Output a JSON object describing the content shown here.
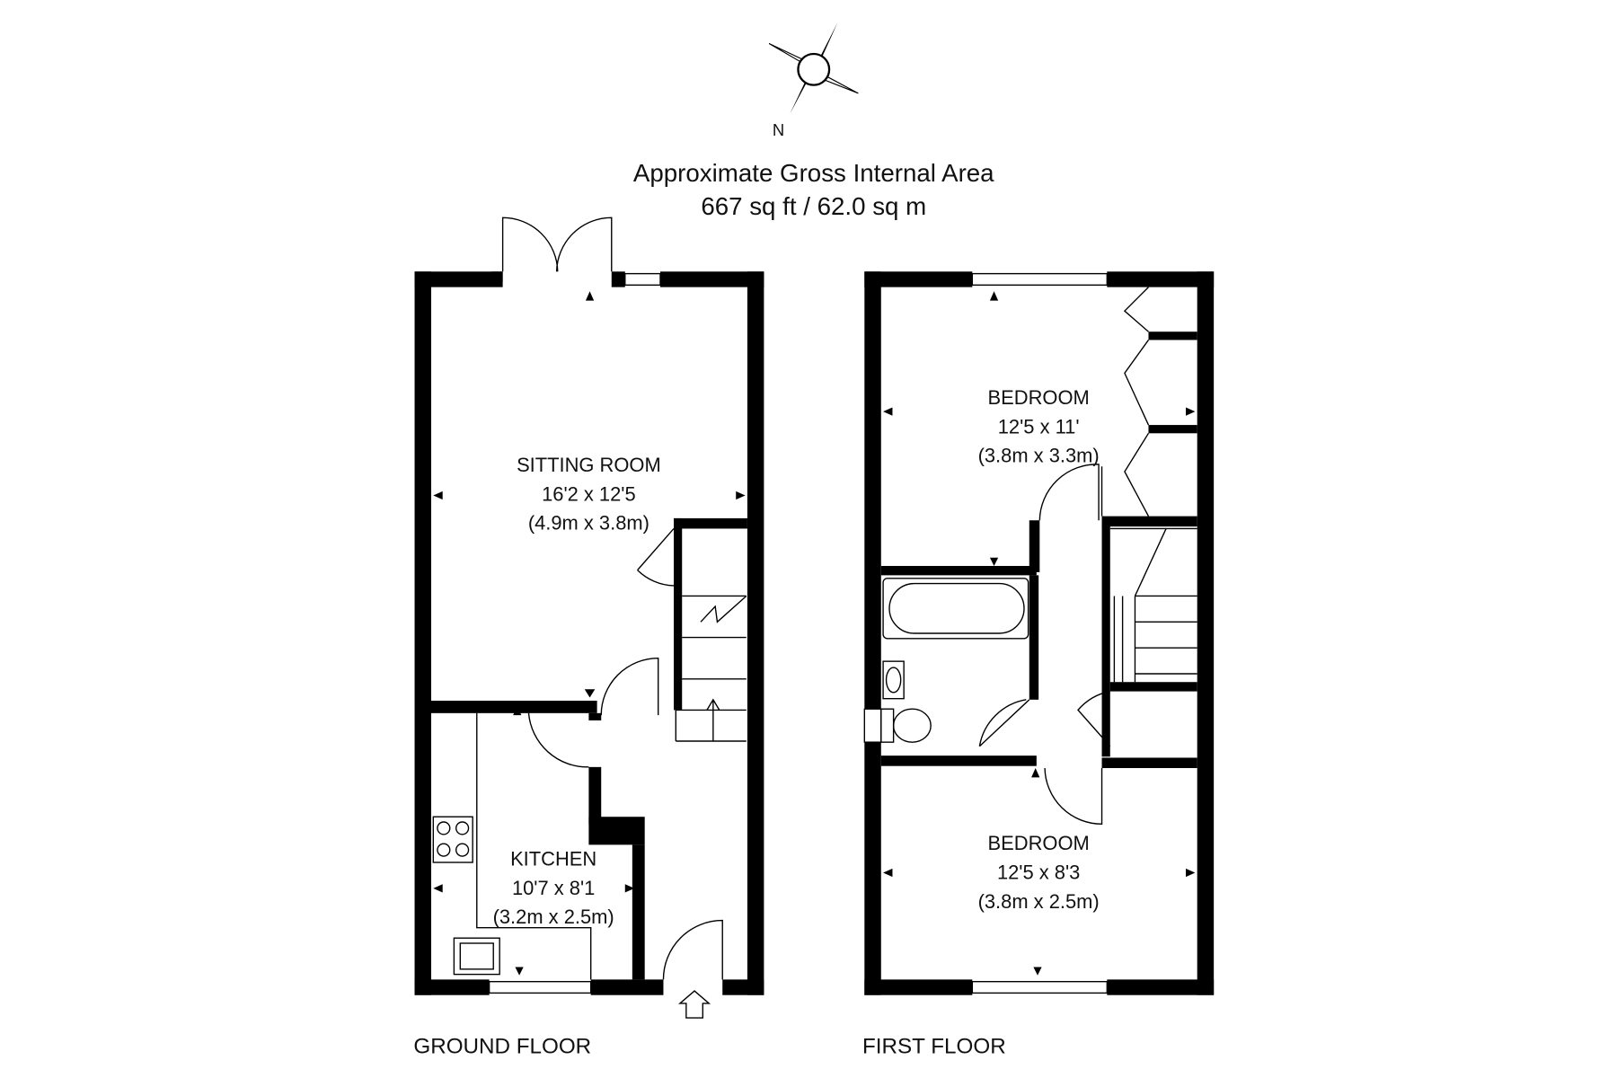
{
  "compass": {
    "label": "N"
  },
  "area": {
    "title": "Approximate Gross Internal Area",
    "value": "667 sq ft / 62.0 sq m"
  },
  "ground_floor": {
    "label": "GROUND FLOOR",
    "rooms": [
      {
        "name": "SITTING ROOM",
        "imperial": "16'2 x 12'5",
        "metric": "(4.9m x 3.8m)"
      },
      {
        "name": "KITCHEN",
        "imperial": "10'7 x 8'1",
        "metric": "(3.2m x 2.5m)"
      }
    ]
  },
  "first_floor": {
    "label": "FIRST FLOOR",
    "rooms": [
      {
        "name": "BEDROOM",
        "imperial": "12'5 x 11'",
        "metric": "(3.8m x 3.3m)"
      },
      {
        "name": "BEDROOM",
        "imperial": "12'5 x 8'3",
        "metric": "(3.8m x 2.5m)"
      }
    ]
  }
}
